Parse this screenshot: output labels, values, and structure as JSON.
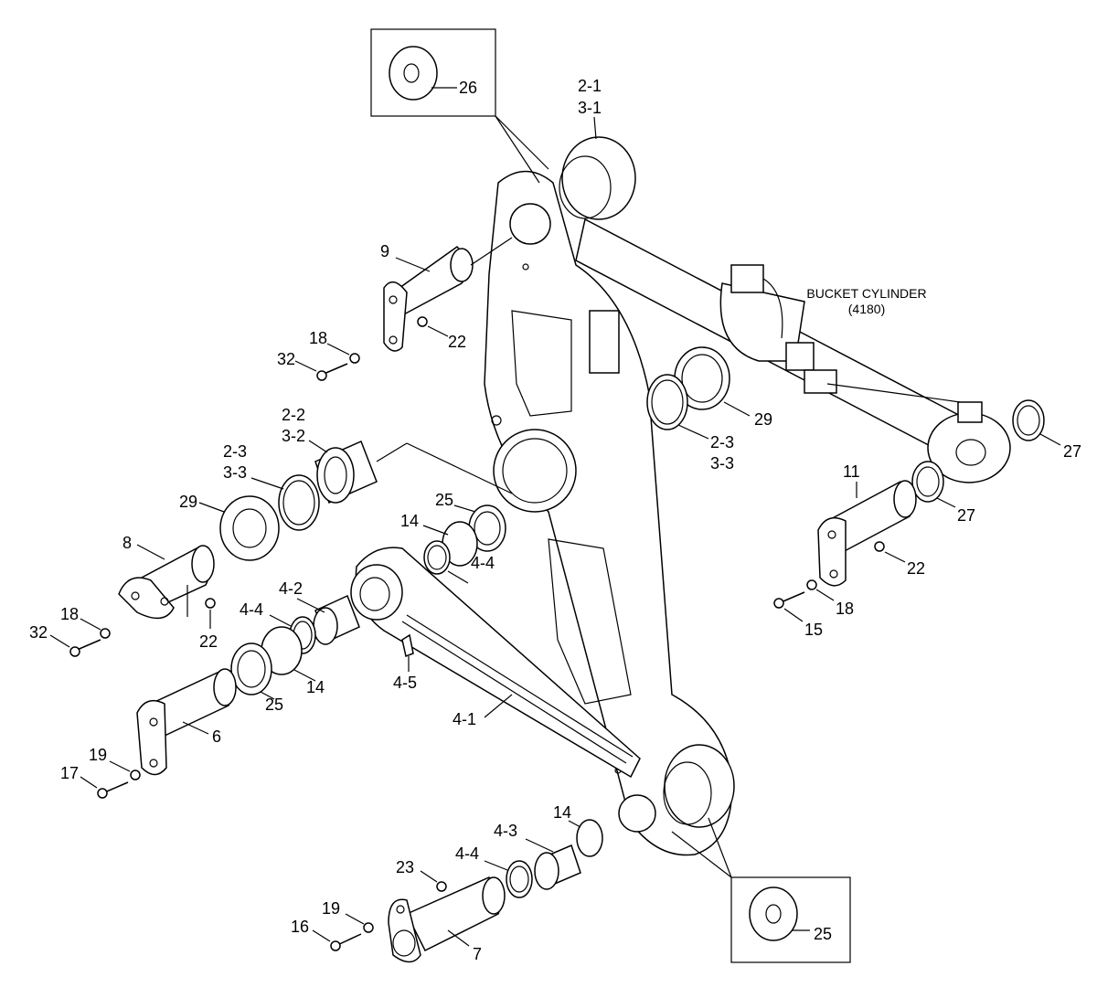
{
  "diagram": {
    "labels": {
      "p26": "26",
      "p2_1": "2-1",
      "p3_1": "3-1",
      "p9": "9",
      "p18a": "18",
      "p22a": "22",
      "p32a": "32",
      "p2_2": "2-2",
      "p3_2": "3-2",
      "p2_3a": "2-3",
      "p3_3a": "3-3",
      "p29a": "29",
      "p8": "8",
      "p18b": "18",
      "p22b": "22",
      "p32b": "32",
      "p25a": "25",
      "p14a": "14",
      "p4_4a": "4-4",
      "p4_2": "4-2",
      "p4_4b": "4-4",
      "p14b": "14",
      "p25b": "25",
      "p4_5": "4-5",
      "p4_1": "4-1",
      "p6": "6",
      "p19a": "19",
      "p17": "17",
      "p29b": "29",
      "p2_3b": "2-3",
      "p3_3b": "3-3",
      "p27a": "27",
      "p27b": "27",
      "p11": "11",
      "p22c": "22",
      "p18c": "18",
      "p15": "15",
      "p14c": "14",
      "p4_3": "4-3",
      "p4_4c": "4-4",
      "p23": "23",
      "p19b": "19",
      "p16": "16",
      "p7": "7",
      "p25c": "25"
    },
    "bucket_cylinder": {
      "name": "BUCKET CYLINDER",
      "code": "(4180)"
    }
  }
}
